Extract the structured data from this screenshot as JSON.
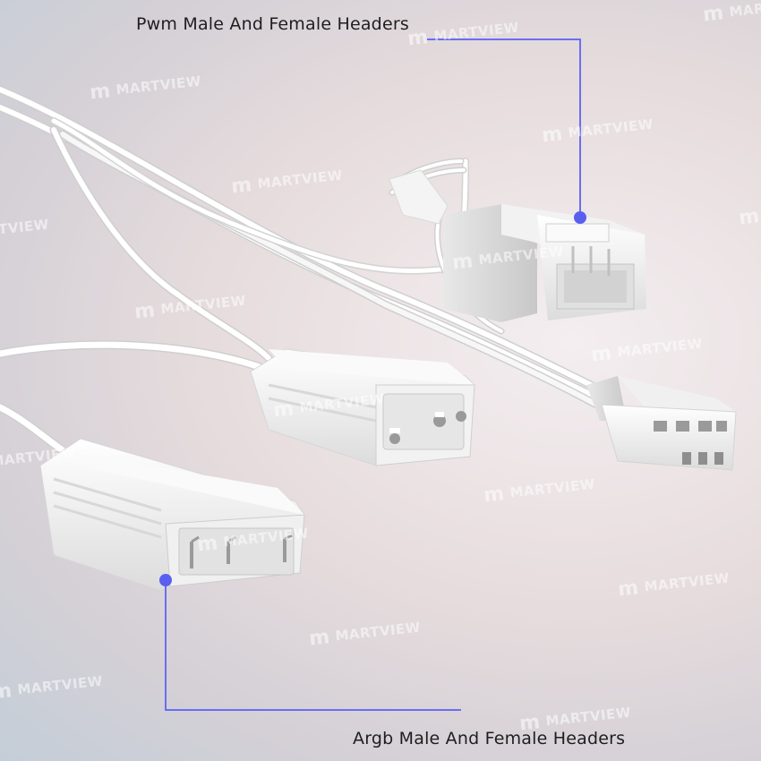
{
  "callouts": {
    "pwm_label": "Pwm Male And Female Headers",
    "argb_label": "Argb Male And Female Headers"
  },
  "watermark": {
    "logo": "m",
    "text": "MARTVIEW"
  },
  "colors": {
    "callout_line": "#6a6ef0",
    "callout_dot": "#5a5ff0",
    "connector": "#f5f5f5",
    "cable": "#ffffff"
  }
}
